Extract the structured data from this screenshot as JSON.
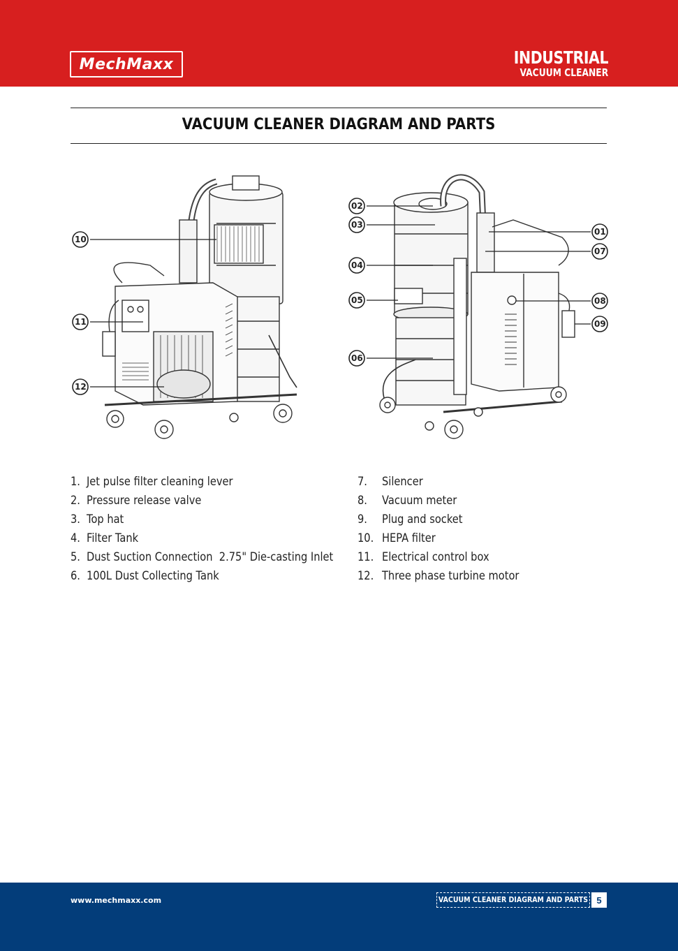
{
  "header": {
    "logo_text": "MechMaxx",
    "product_line1": "INDUSTRIAL",
    "product_line2": "VACUUM CLEANER",
    "color": "#d71f1f"
  },
  "page_title": "VACUUM CLEANER DIAGRAM AND PARTS",
  "diagram_left": {
    "callouts": [
      "10",
      "11",
      "12"
    ]
  },
  "diagram_right": {
    "callouts": [
      "02",
      "03",
      "04",
      "05",
      "06",
      "01",
      "07",
      "08",
      "09"
    ]
  },
  "parts": {
    "left": [
      {
        "num": "1.",
        "label": "Jet pulse filter cleaning lever"
      },
      {
        "num": "2.",
        "label": "Pressure release valve"
      },
      {
        "num": "3.",
        "label": "Top hat"
      },
      {
        "num": "4.",
        "label": "Filter Tank"
      },
      {
        "num": "5.",
        "label": "Dust Suction Connection  2.75\" Die-casting Inlet"
      },
      {
        "num": "6.",
        "label": "100L Dust Collecting Tank"
      }
    ],
    "right": [
      {
        "num": "7.",
        "label": "Silencer"
      },
      {
        "num": "8.",
        "label": "Vacuum meter"
      },
      {
        "num": "9.",
        "label": "Plug and socket"
      },
      {
        "num": "10.",
        "label": "HEPA filter"
      },
      {
        "num": "11.",
        "label": "Electrical control box"
      },
      {
        "num": "12.",
        "label": "Three phase turbine motor"
      }
    ]
  },
  "footer": {
    "website": "www.mechmaxx.com",
    "section": "VACUUM CLEANER DIAGRAM AND PARTS",
    "page_number": "5",
    "color": "#033d7a"
  }
}
